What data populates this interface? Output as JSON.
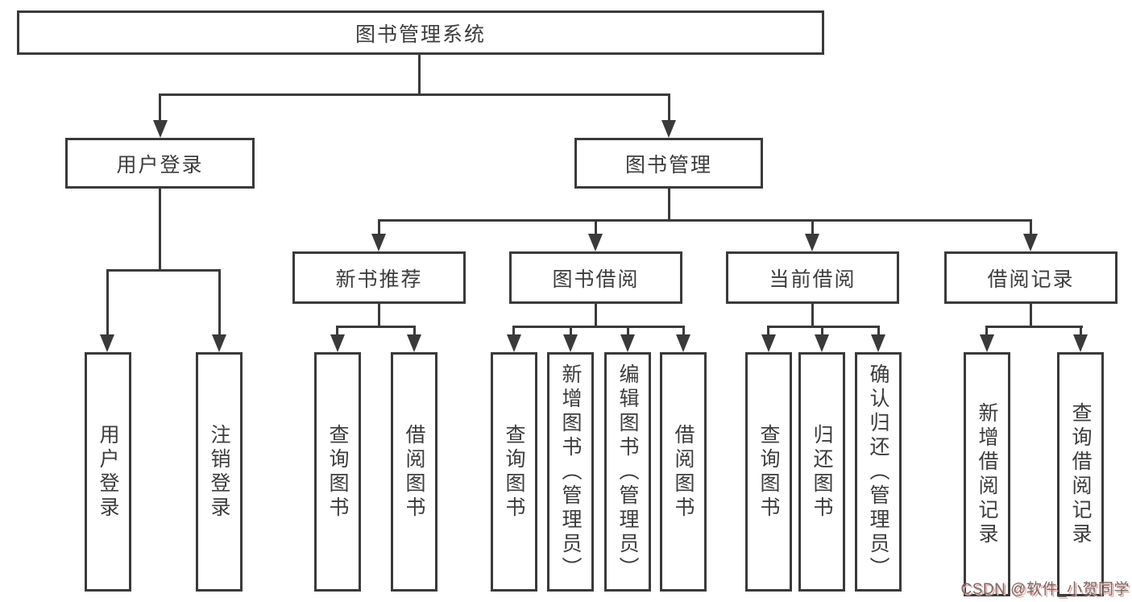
{
  "diagram": {
    "root": {
      "label": "图书管理系统"
    },
    "level2": [
      {
        "id": "user-login",
        "label": "用户登录"
      },
      {
        "id": "book-management",
        "label": "图书管理"
      }
    ],
    "level3": [
      {
        "id": "new-book-recommend",
        "label": "新书推荐"
      },
      {
        "id": "book-borrow",
        "label": "图书借阅"
      },
      {
        "id": "current-borrow",
        "label": "当前借阅"
      },
      {
        "id": "borrow-records",
        "label": "借阅记录"
      }
    ],
    "leaves": {
      "user_login": [
        "用户登录",
        "注销登录"
      ],
      "new_book_recommend": [
        "查询图书",
        "借阅图书"
      ],
      "book_borrow": [
        "查询图书",
        "新增图书（管理员）",
        "编辑图书（管理员）",
        "借阅图书"
      ],
      "current_borrow": [
        "查询图书",
        "归还图书",
        "确认归还（管理员）"
      ],
      "borrow_records": [
        "新增借阅记录",
        "查询借阅记录"
      ]
    }
  },
  "watermark": {
    "text": "CSDN @软件_小贺同学"
  },
  "colors": {
    "line": "#3a3a3a",
    "text": "#3c3c3c",
    "background": "#ffffff",
    "watermark_text": "#6e6e6e",
    "watermark_shadow": "#f5a79e"
  }
}
